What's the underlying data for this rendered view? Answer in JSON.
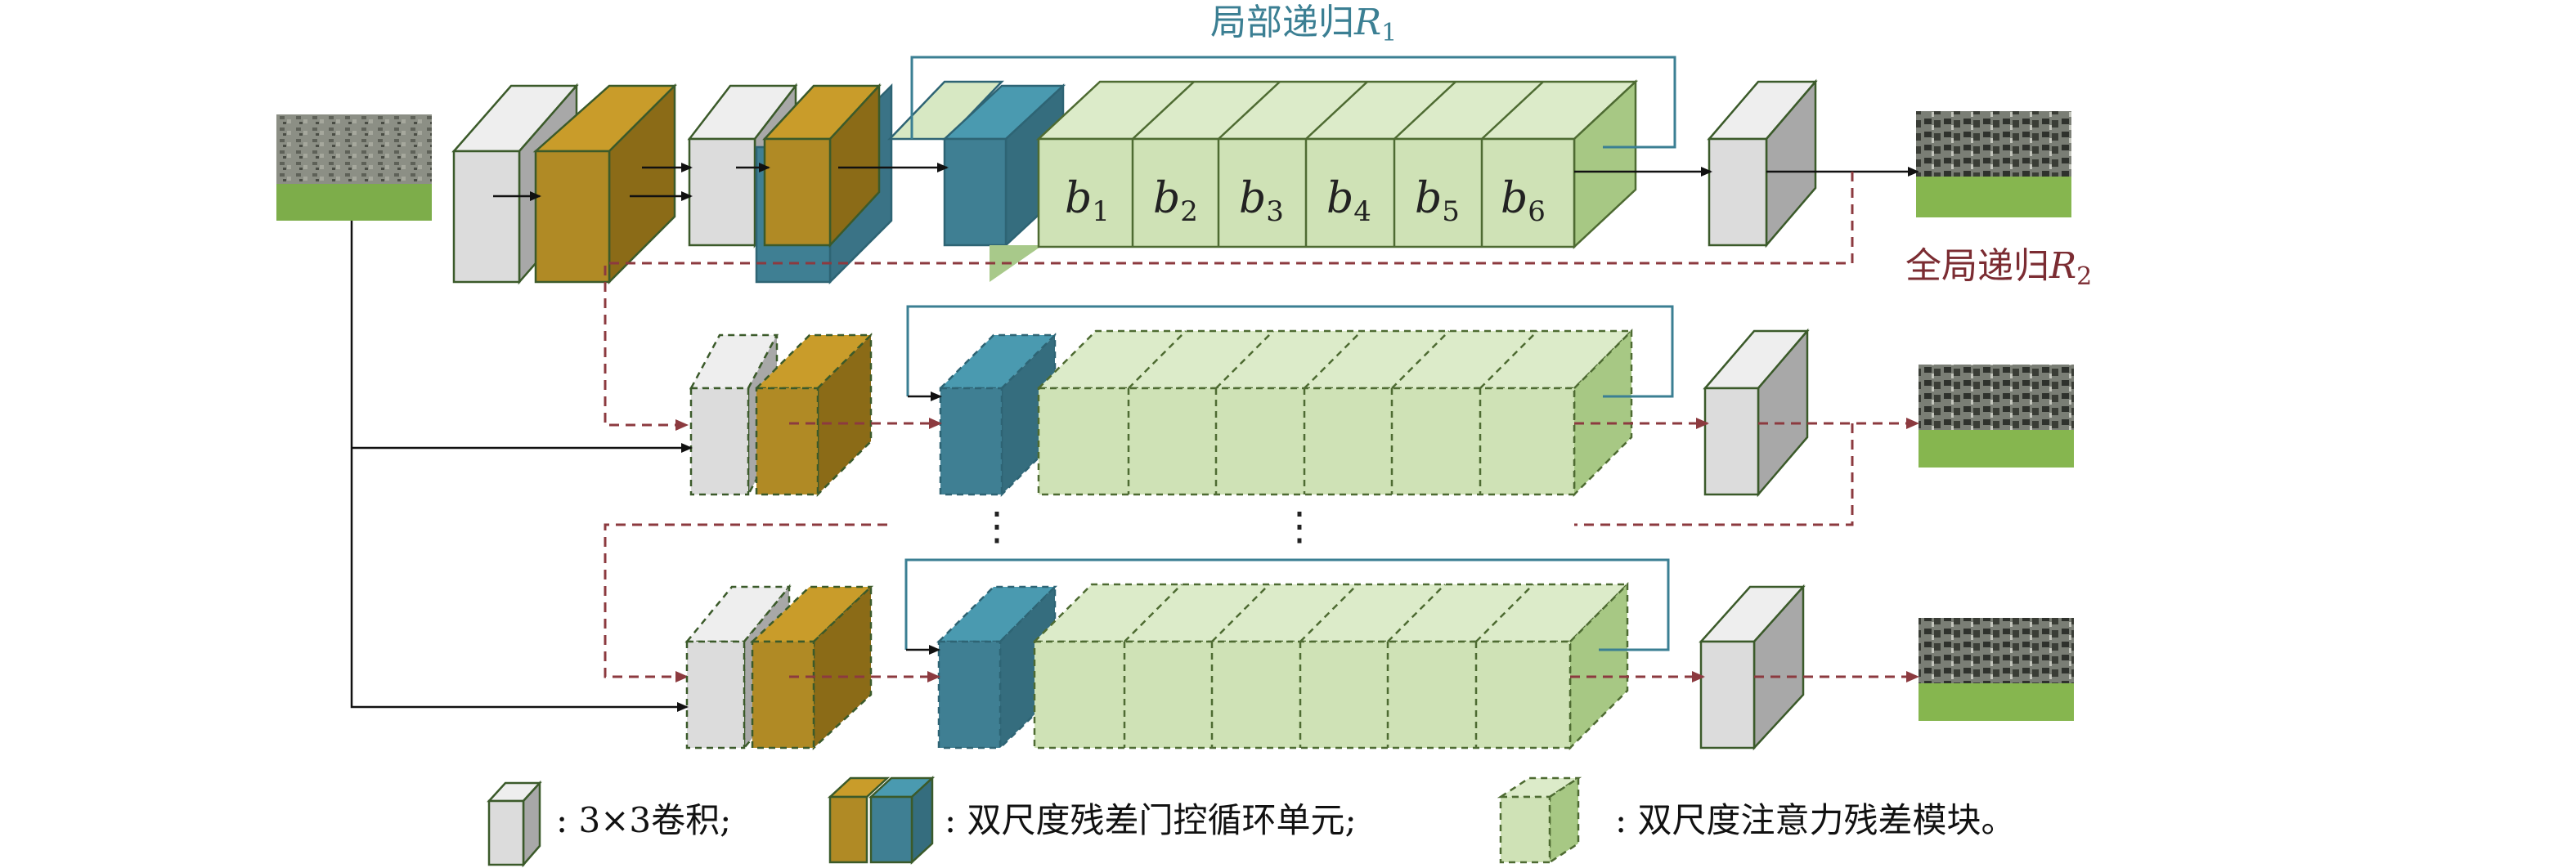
{
  "labels": {
    "local_recursion_prefix": "局部递归",
    "local_recursion_var": "R",
    "local_recursion_sub": "1",
    "global_recursion_prefix": "全局递归",
    "global_recursion_var": "R",
    "global_recursion_sub": "2"
  },
  "blocks": [
    {
      "var": "b",
      "sub": "1"
    },
    {
      "var": "b",
      "sub": "2"
    },
    {
      "var": "b",
      "sub": "3"
    },
    {
      "var": "b",
      "sub": "4"
    },
    {
      "var": "b",
      "sub": "5"
    },
    {
      "var": "b",
      "sub": "6"
    }
  ],
  "ellipsis": "⋮",
  "legend": {
    "conv": ": 3×3卷积;",
    "gru": ": 双尺度残差门控循环单元;",
    "attention": ": 双尺度注意力残差模块。"
  },
  "colors": {
    "conv_face": "#dcdcdc",
    "gru_gold": "#b08a25",
    "gru_teal": "#3f7f93",
    "block_green": "#cfe2b6",
    "local_loop": "#3b7f93",
    "global_loop": "#8c3a3f",
    "arrow": "#111111"
  }
}
